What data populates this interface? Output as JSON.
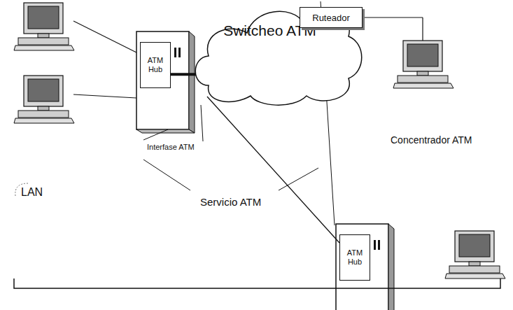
{
  "diagram": {
    "nodes": [
      {
        "text": [
          "ATM Hub"
        ]
      },
      {
        "text": [
          "Switcheo ATM"
        ]
      },
      {
        "text": [
          "Ruteador"
        ]
      },
      {
        "text": [
          "ATM Hub"
        ]
      }
    ],
    "edges": [
      {
        "from": 0,
        "to": 1,
        "arrow": "none"
      },
      {
        "from": 1,
        "to": 3,
        "arrow": "none"
      }
    ],
    "labels": [
      "Interfase ATM",
      "Concentrador ATM",
      "Servicio ATM",
      "LAN"
    ]
  }
}
